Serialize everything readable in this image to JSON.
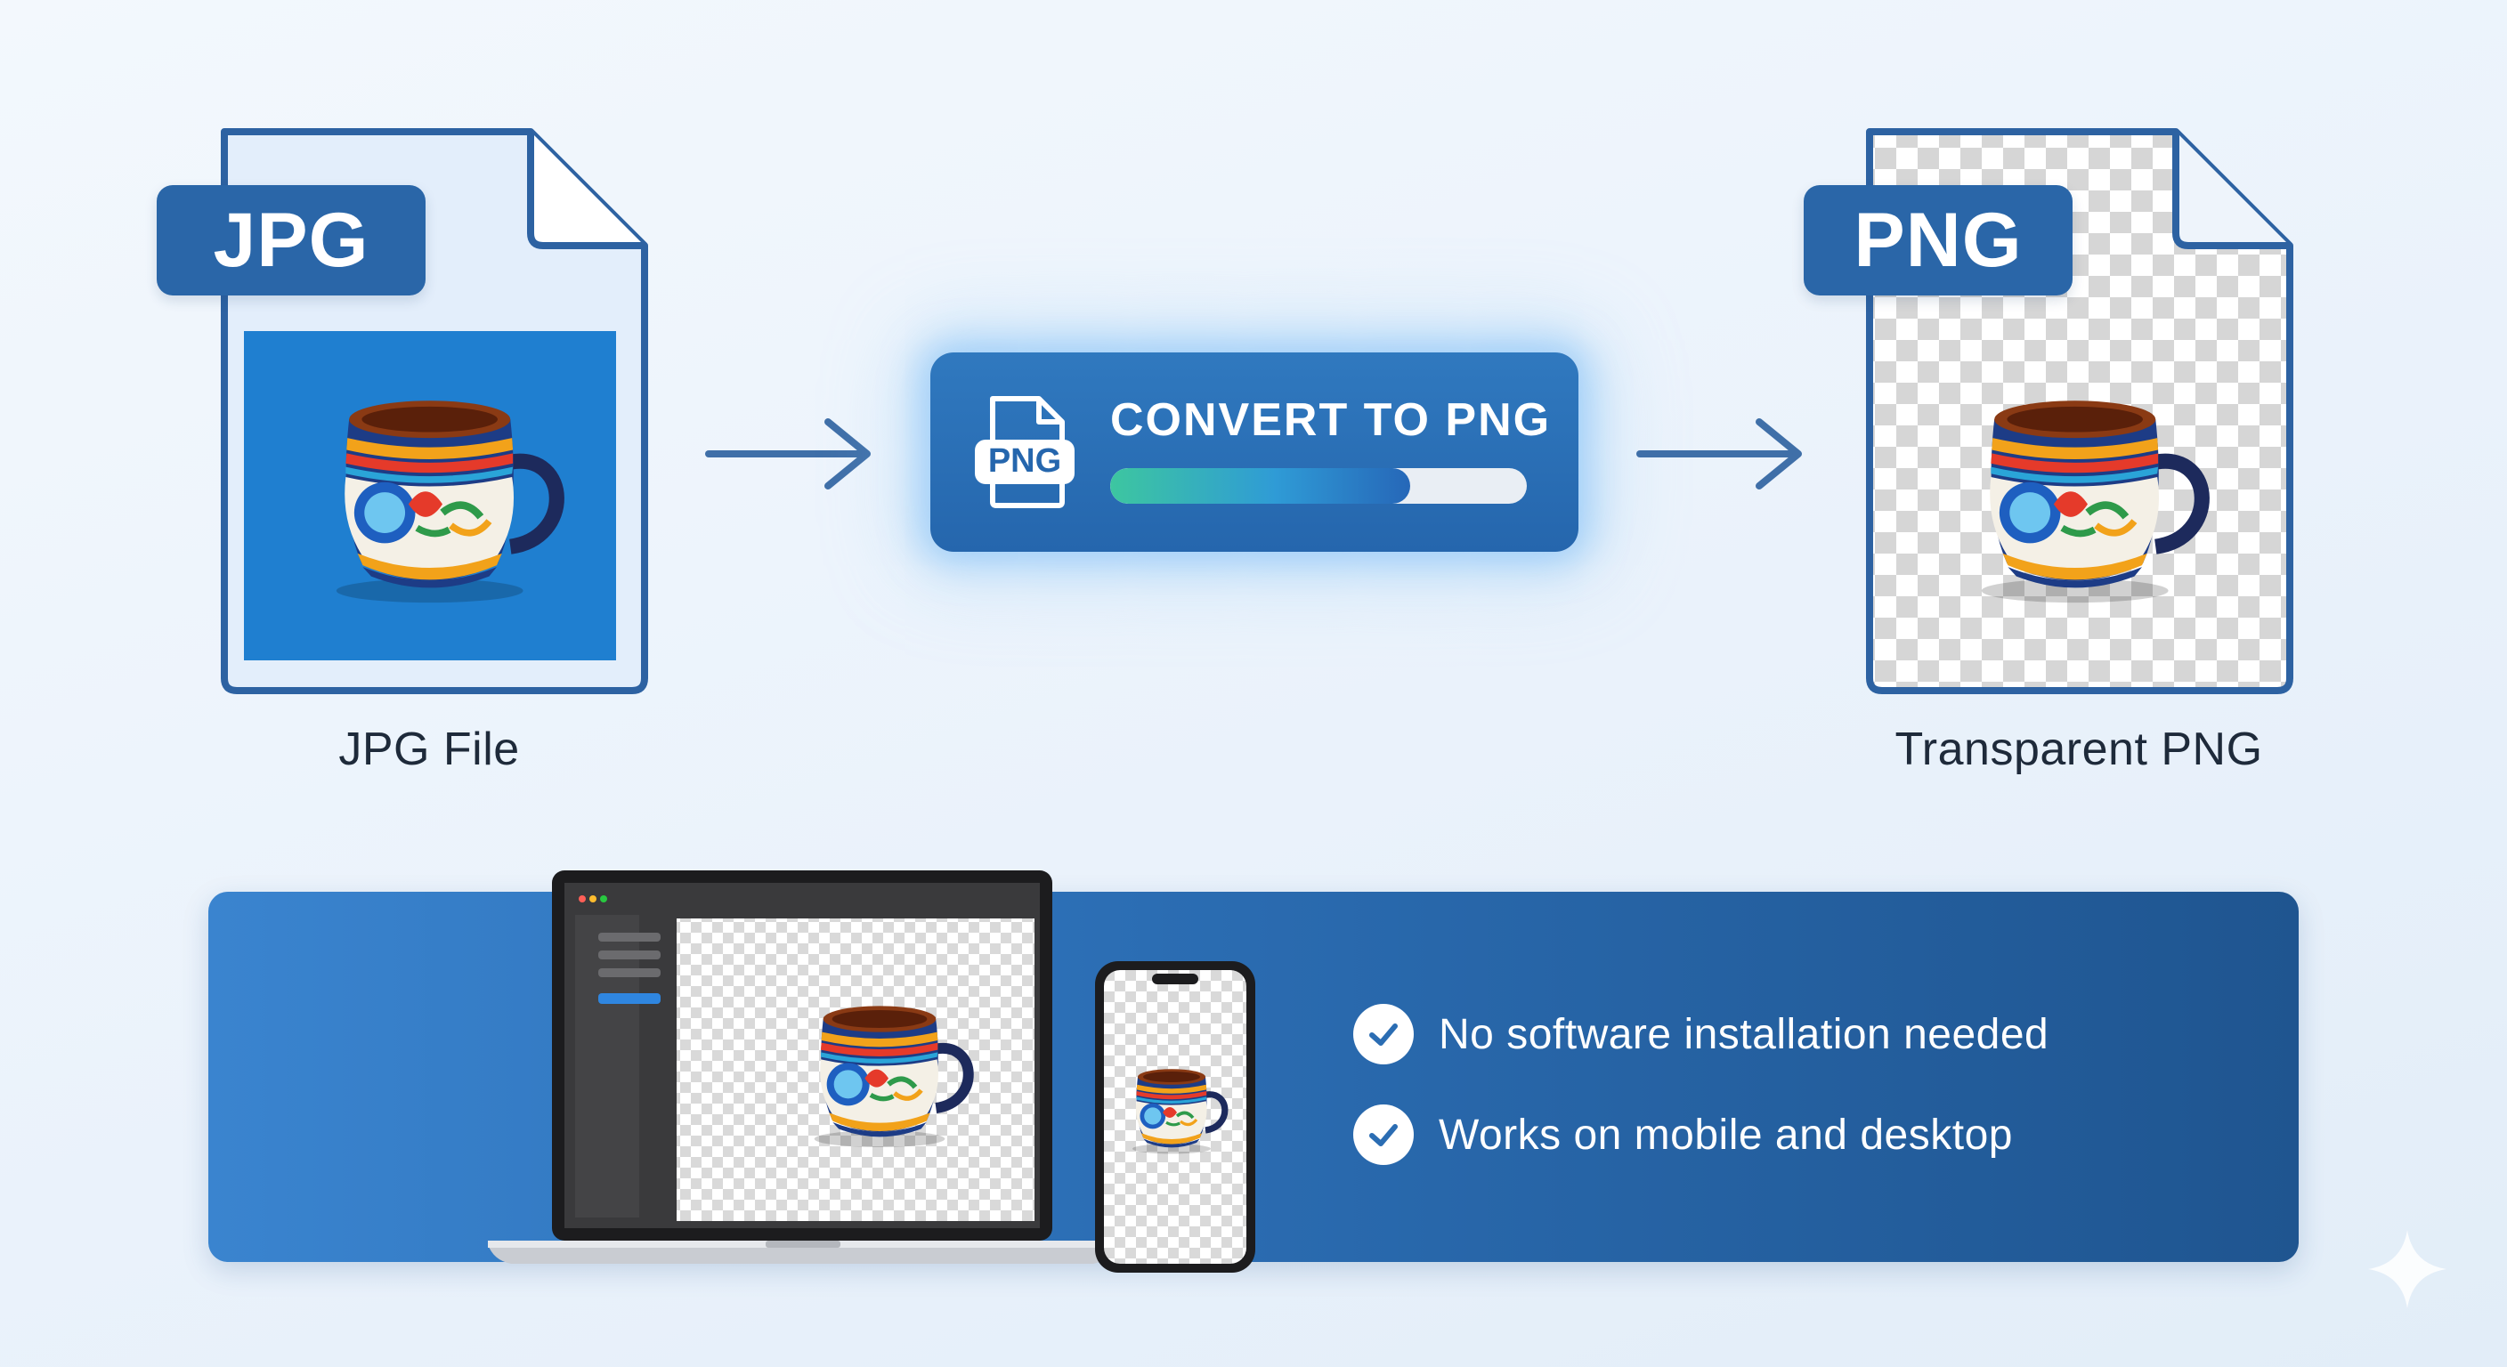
{
  "source_file": {
    "badge": "JPG",
    "caption": "JPG File",
    "background_color": "#1f7fd0"
  },
  "converter": {
    "icon_label": "PNG",
    "button_label": "CONVERT TO PNG",
    "progress": 0.72
  },
  "output_file": {
    "badge": "PNG",
    "caption": "Transparent PNG"
  },
  "features": [
    "No software installation needed",
    "Works on mobile and desktop"
  ],
  "colors": {
    "accent": "#2a66a8",
    "panel_start": "#3a84cf",
    "panel_end": "#1f5590",
    "progress_green": "#3dc6a0",
    "progress_blue": "#2667b8"
  }
}
